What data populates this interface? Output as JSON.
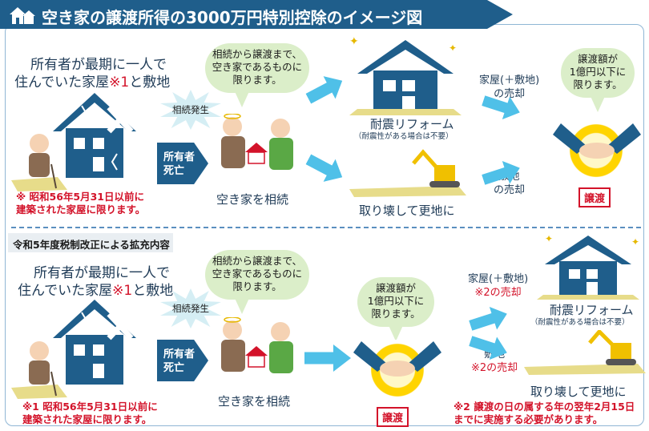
{
  "title": "空き家の譲渡所得の3000万円特別控除のイメージ図",
  "colors": {
    "title_bg": "#1f5e8b",
    "house": "#1f5e8b",
    "note_red": "#d3132a",
    "bubble_green": "#dbeec9",
    "arrow": "#4fc0e8",
    "ground": "#e7dc8a"
  },
  "top": {
    "owner_line1": "所有者が最期に一人で",
    "owner_line2_pre": "住んでいた家屋",
    "owner_line2_mark": "※1",
    "owner_line2_post": "と敷地",
    "note_line1": "※ 昭和56年5月31日以前に",
    "note_line2": "建築された家屋に限ります。",
    "starburst": "相続発生",
    "chevron_line1": "所有者",
    "chevron_line2": "死亡",
    "bubble_line1": "相続から譲渡まで、",
    "bubble_line2": "空き家であるものに",
    "bubble_line3": "限ります。",
    "inherit_label": "空き家を相続",
    "reform_label": "耐震リフォーム",
    "reform_paren": "（耐震性がある場合は不要）",
    "demolish_label": "取り壊して更地に",
    "house_sale_line1": "家屋(＋敷地)",
    "house_sale_line2": "の売却",
    "land_sale_line1": "敷地",
    "land_sale_line2": "の売却",
    "limit_line1": "譲渡額が",
    "limit_line2": "1億円以下に",
    "limit_line3": "限ります。",
    "jouto": "譲渡"
  },
  "bottom": {
    "header": "令和5年度税制改正による拡充内容",
    "owner_line1": "所有者が最期に一人で",
    "owner_line2_pre": "住んでいた家屋",
    "owner_line2_mark": "※1",
    "owner_line2_post": "と敷地",
    "note_line1": "※1 昭和56年5月31日以前に",
    "note_line2": "建築された家屋に限ります。",
    "starburst": "相続発生",
    "chevron_line1": "所有者",
    "chevron_line2": "死亡",
    "bubble_line1": "相続から譲渡まで、",
    "bubble_line2": "空き家であるものに",
    "bubble_line3": "限ります。",
    "inherit_label": "空き家を相続",
    "limit_line1": "譲渡額が",
    "limit_line2": "1億円以下に",
    "limit_line3": "限ります。",
    "jouto": "譲渡",
    "house_sale_line1": "家屋(＋敷地)",
    "house_sale_line2": "※2の売却",
    "land_sale_line1": "敷地",
    "land_sale_line2": "※2の売却",
    "reform_label": "耐震リフォーム",
    "reform_paren": "（耐震性がある場合は不要）",
    "demolish_label": "取り壊して更地に",
    "note2_line1": "※2 譲渡の日の属する年の翌年2月15日",
    "note2_line2": "までに実施する必要があります。"
  }
}
